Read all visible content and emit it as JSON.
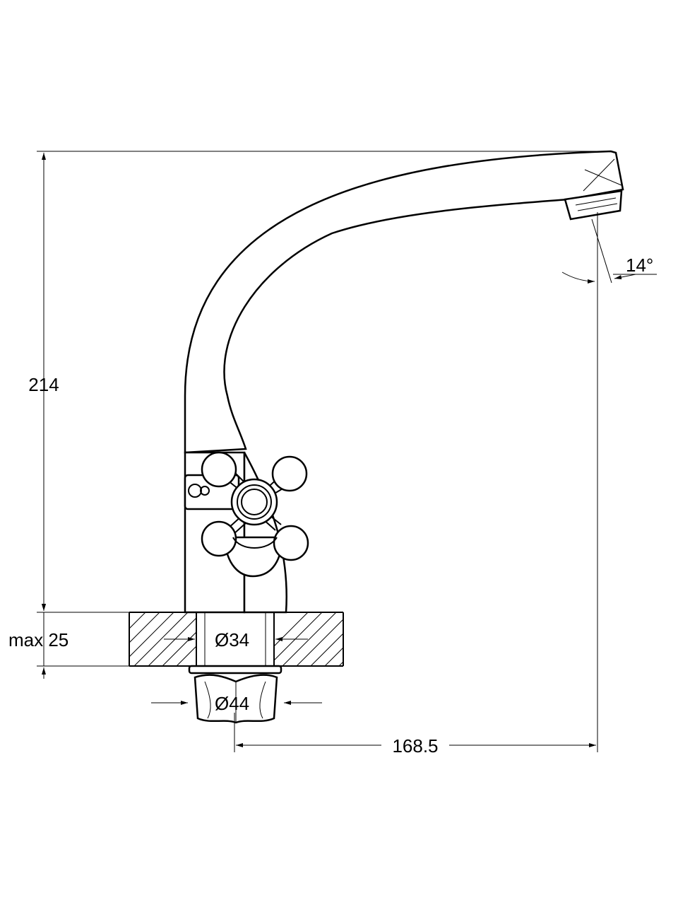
{
  "dimensions": {
    "height_total": "214",
    "max_thickness": "max 25",
    "hole_diameter": "Ø34",
    "nut_diameter": "Ø44",
    "reach": "168.5",
    "spout_angle": "14°"
  },
  "colors": {
    "line": "#000000",
    "background": "#ffffff"
  }
}
